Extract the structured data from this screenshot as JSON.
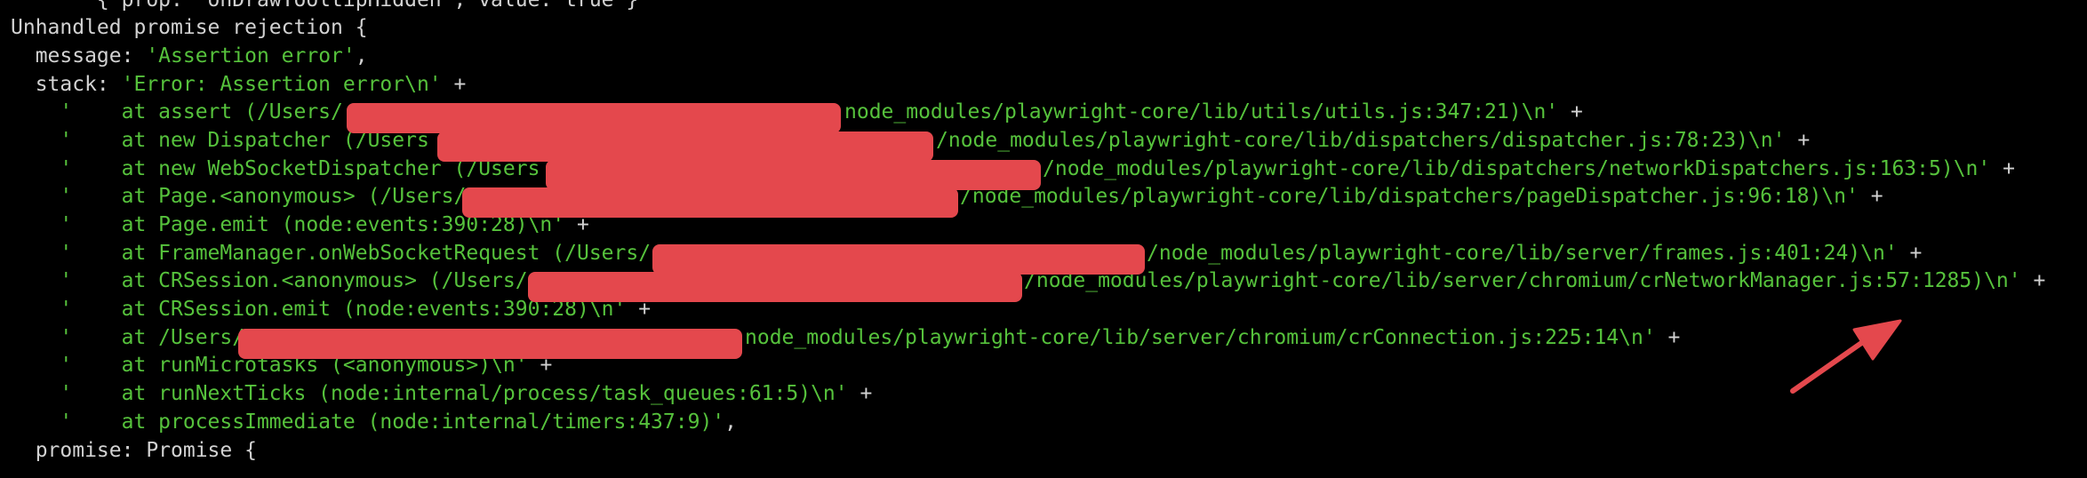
{
  "colors": {
    "text": "#d2d2d2",
    "string": "#56c23c",
    "redaction": "#e4484d",
    "background": "#000000"
  },
  "annotation": {
    "icon": "arrow-icon",
    "color": "#e4484d"
  },
  "lines": [
    {
      "parts": [
        {
          "t": "       { prop: 'onDrawTooltipHidden', value: true }",
          "c": "w"
        }
      ]
    },
    {
      "parts": [
        {
          "t": "Unhandled promise rejection {",
          "c": "w"
        }
      ]
    },
    {
      "parts": [
        {
          "t": "  message: ",
          "c": "w"
        },
        {
          "t": "'Assertion error'",
          "c": "g"
        },
        {
          "t": ",",
          "c": "w"
        }
      ]
    },
    {
      "parts": [
        {
          "t": "  stack: ",
          "c": "w"
        },
        {
          "t": "'Error: Assertion error\\n'",
          "c": "g"
        },
        {
          "t": " +",
          "c": "w"
        }
      ]
    },
    {
      "parts": [
        {
          "t": "    '    at assert (/Users/",
          "c": "g"
        }
      ],
      "redacted": true,
      "suffix": [
        {
          "t": "node_modules/playwright-core/lib/utils/utils.js:347:21)\\n'",
          "c": "g"
        },
        {
          "t": " +",
          "c": "w"
        }
      ]
    },
    {
      "parts": [
        {
          "t": "    '    at new Dispatcher (/Users",
          "c": "g"
        }
      ],
      "redacted": true,
      "suffix": [
        {
          "t": "/node_modules/playwright-core/lib/dispatchers/dispatcher.js:78:23)\\n'",
          "c": "g"
        },
        {
          "t": " +",
          "c": "w"
        }
      ]
    },
    {
      "parts": [
        {
          "t": "    '    at new WebSocketDispatcher (/Users",
          "c": "g"
        }
      ],
      "redacted": true,
      "suffix": [
        {
          "t": "/node_modules/playwright-core/lib/dispatchers/networkDispatchers.js:163:5)\\n'",
          "c": "g"
        },
        {
          "t": " +",
          "c": "w"
        }
      ]
    },
    {
      "parts": [
        {
          "t": "    '    at Page.<anonymous> (/Users/",
          "c": "g"
        }
      ],
      "redacted": true,
      "suffix": [
        {
          "t": "/node_modules/playwright-core/lib/dispatchers/pageDispatcher.js:96:18)\\n'",
          "c": "g"
        },
        {
          "t": " +",
          "c": "w"
        }
      ]
    },
    {
      "parts": [
        {
          "t": "    '    at Page.emit (node:events:390:28)\\n'",
          "c": "g"
        },
        {
          "t": " +",
          "c": "w"
        }
      ]
    },
    {
      "parts": [
        {
          "t": "    '    at FrameManager.onWebSocketRequest (/Users/",
          "c": "g"
        }
      ],
      "redacted": true,
      "suffix": [
        {
          "t": "/node_modules/playwright-core/lib/server/frames.js:401:24)\\n'",
          "c": "g"
        },
        {
          "t": " +",
          "c": "w"
        }
      ]
    },
    {
      "parts": [
        {
          "t": "    '    at CRSession.<anonymous> (/Users/",
          "c": "g"
        }
      ],
      "redacted": true,
      "suffix": [
        {
          "t": "/node_modules/playwright-core/lib/server/chromium/crNetworkManager.js:57:1285)\\n'",
          "c": "g"
        },
        {
          "t": " +",
          "c": "w"
        }
      ]
    },
    {
      "parts": [
        {
          "t": "    '    at CRSession.emit (node:events:390:28)\\n'",
          "c": "g"
        },
        {
          "t": " +",
          "c": "w"
        }
      ]
    },
    {
      "parts": [
        {
          "t": "    '    at /Users/",
          "c": "g"
        }
      ],
      "redacted": true,
      "suffix": [
        {
          "t": "node_modules/playwright-core/lib/server/chromium/crConnection.js:225:14\\n'",
          "c": "g"
        },
        {
          "t": " +",
          "c": "w"
        }
      ]
    },
    {
      "parts": [
        {
          "t": "    '    at runMicrotasks (<anonymous>)\\n'",
          "c": "g"
        },
        {
          "t": " +",
          "c": "w"
        }
      ]
    },
    {
      "parts": [
        {
          "t": "    '    at runNextTicks (node:internal/process/task_queues:61:5)\\n'",
          "c": "g"
        },
        {
          "t": " +",
          "c": "w"
        }
      ]
    },
    {
      "parts": [
        {
          "t": "    '    at processImmediate (node:internal/timers:437:9)'",
          "c": "g"
        },
        {
          "t": ",",
          "c": "w"
        }
      ]
    },
    {
      "parts": [
        {
          "t": "  promise: Promise {",
          "c": "w"
        }
      ]
    }
  ]
}
